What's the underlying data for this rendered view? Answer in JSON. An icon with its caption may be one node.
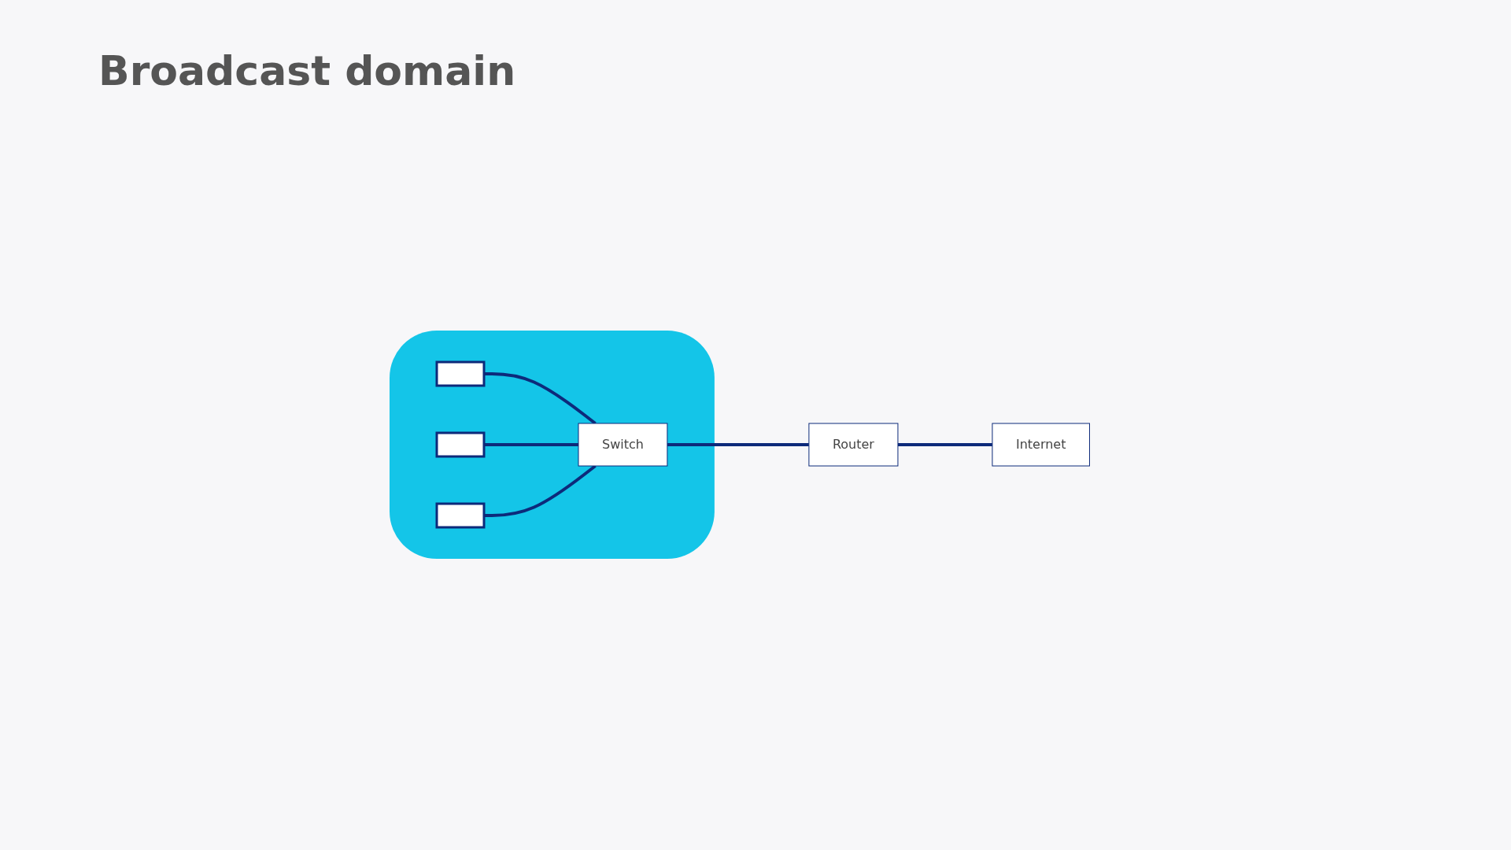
{
  "diagram": {
    "title": "Broadcast domain",
    "nodes": [
      {
        "text": [],
        "shape": "box"
      },
      {
        "text": [],
        "shape": "box",
        "in": 0
      },
      {
        "text": [],
        "shape": "box",
        "in": 0
      },
      {
        "text": [],
        "shape": "box",
        "in": 0
      },
      {
        "text": [
          "Switch"
        ],
        "in": 0
      },
      {
        "text": [
          "Router"
        ]
      },
      {
        "text": [
          "Internet"
        ]
      }
    ],
    "edges": [
      {
        "from": 1,
        "to": 4,
        "arrow": "none"
      },
      {
        "from": 2,
        "to": 4,
        "arrow": "none"
      },
      {
        "from": 3,
        "to": 4,
        "arrow": "none"
      },
      {
        "from": 4,
        "to": 5,
        "arrow": "none"
      },
      {
        "from": 5,
        "to": 6,
        "arrow": "none"
      }
    ]
  }
}
